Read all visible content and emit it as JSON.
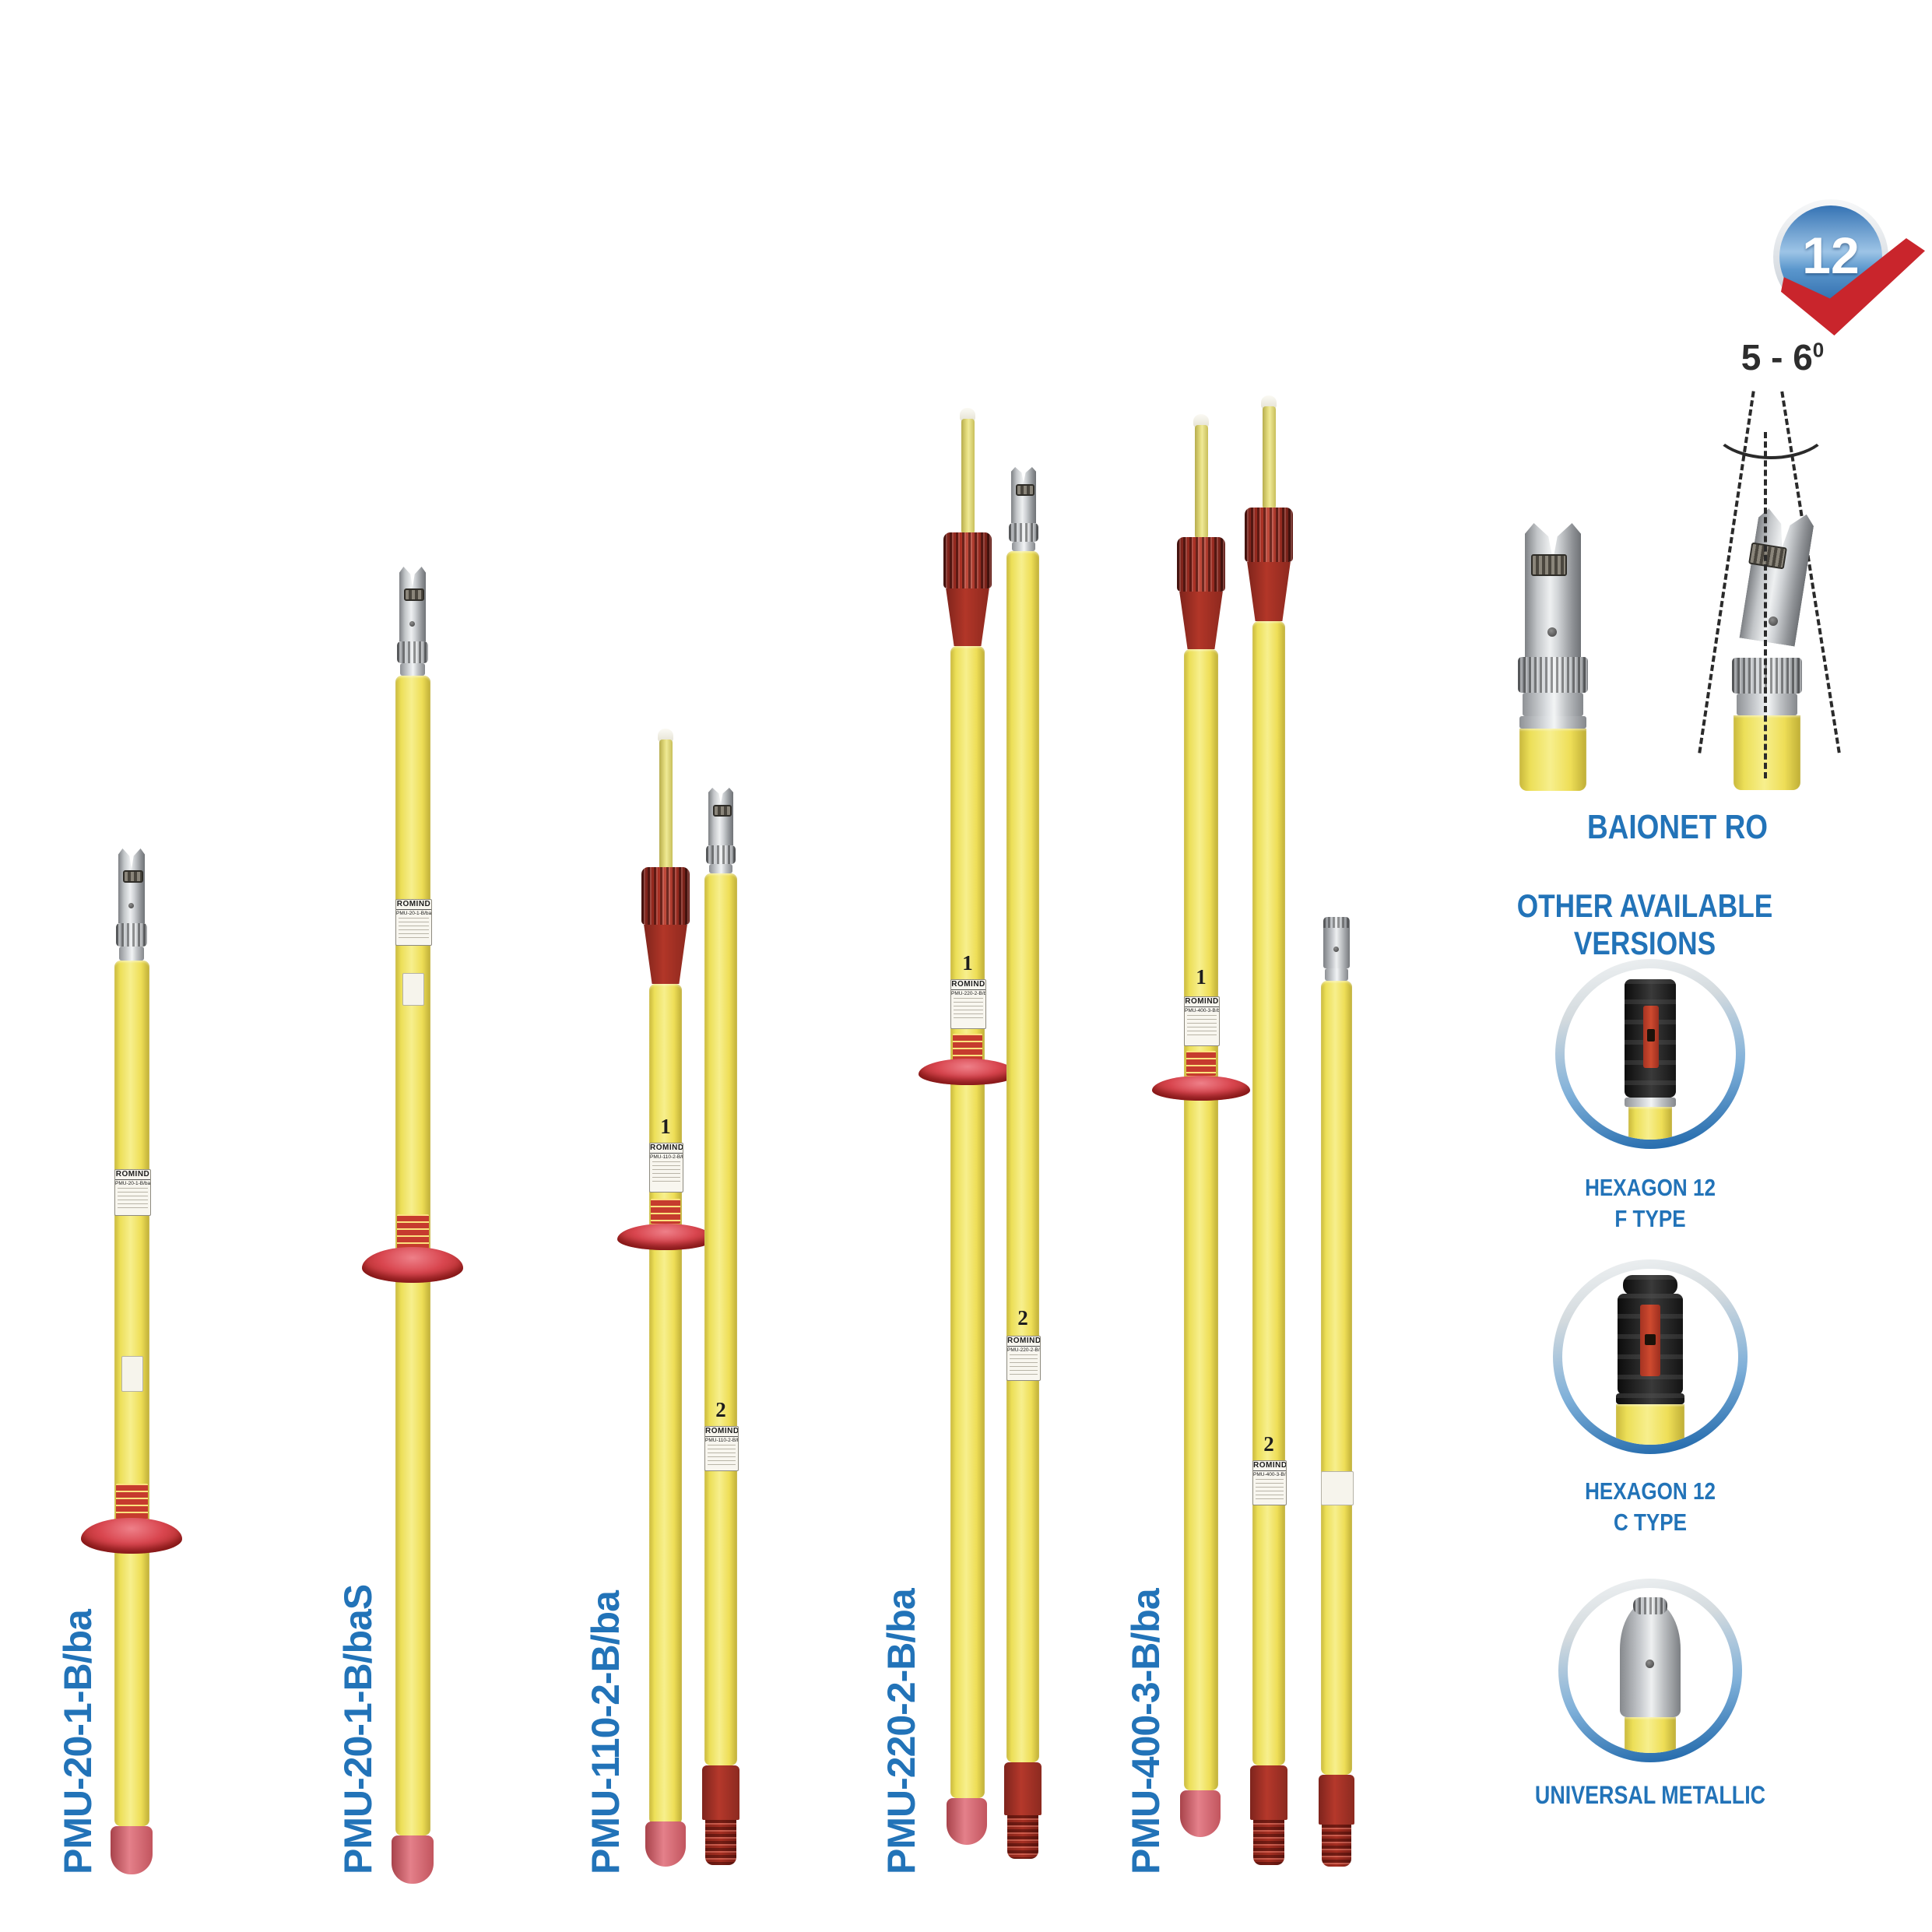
{
  "catalog": {
    "badge": {
      "value": "12"
    },
    "angle": {
      "text": "5 - 6",
      "sup": "0"
    },
    "baionet": {
      "caption": "BAIONET RO"
    },
    "versions": {
      "heading": "OTHER AVAILABLE VERSIONS",
      "items": [
        {
          "line1": "HEXAGON 12",
          "line2": "F TYPE"
        },
        {
          "line1": "HEXAGON 12",
          "line2": "C TYPE"
        },
        {
          "line1": "UNIVERSAL METALLIC",
          "line2": ""
        }
      ]
    },
    "markings": {
      "brand": "ROMIND",
      "section1": "1",
      "section2": "2"
    },
    "products": [
      {
        "model": "PMU-20-1-B/ba"
      },
      {
        "model": "PMU-20-1-B/baS"
      },
      {
        "model": "PMU-110-2-B/ba"
      },
      {
        "model": "PMU-220-2-B/ba"
      },
      {
        "model": "PMU-400-3-B/ba"
      }
    ],
    "colors": {
      "accent_blue": "#2273b8",
      "pole_yellow": "#f2e55e",
      "fitting_red": "#b5382b",
      "cap_pink": "#de7680",
      "badge_blue": "#2e6fb0",
      "check_red": "#c9252c",
      "metal_silver": "#c7cacd"
    }
  }
}
